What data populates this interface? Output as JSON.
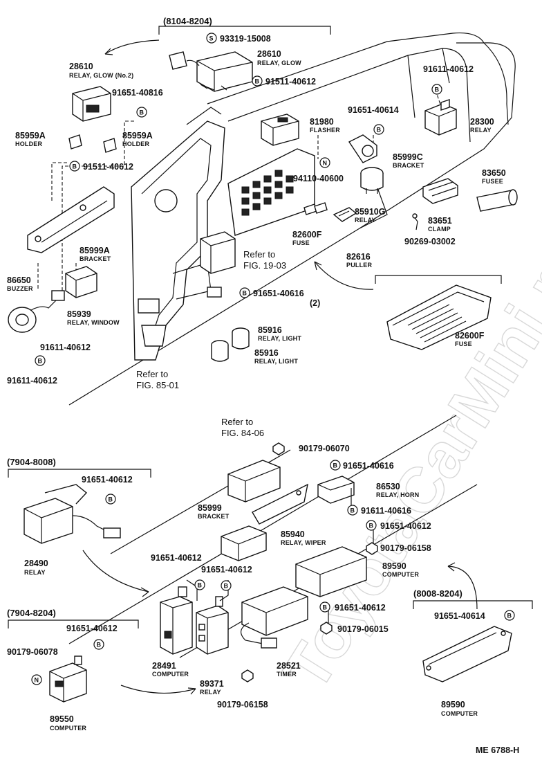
{
  "watermark": "ToyotaCarMini.ru",
  "doc_code": "ME 6788-H",
  "ranges": {
    "r1": "(8104-8204)",
    "r2": "(7904-8008)",
    "r3": "(7904-8204)",
    "r4": "(8008-8204)"
  },
  "refs": {
    "fig19": [
      "Refer to",
      "FIG. 19-03"
    ],
    "fig85": [
      "Refer to",
      "FIG. 85-01"
    ],
    "fig84": [
      "Refer to",
      "FIG. 84-06"
    ]
  },
  "parts": {
    "p28610a": {
      "num": "28610",
      "name": "RELAY, GLOW (No.2)"
    },
    "p28610b": {
      "num": "28610",
      "name": "RELAY, GLOW"
    },
    "p85959a1": {
      "num": "85959A",
      "name": "HOLDER"
    },
    "p85959a2": {
      "num": "85959A",
      "name": "HOLDER"
    },
    "p85999a": {
      "num": "85999A",
      "name": "BRACKET"
    },
    "p86650": {
      "num": "86650",
      "name": "BUZZER"
    },
    "p85939": {
      "num": "85939",
      "name": "RELAY, WINDOW"
    },
    "p81980": {
      "num": "81980",
      "name": "FLASHER"
    },
    "p82600f1": {
      "num": "82600F",
      "name": "FUSE"
    },
    "p82616": {
      "num": "82616",
      "name": "PULLER"
    },
    "p85910g": {
      "num": "85910G",
      "name": "RELAY"
    },
    "p85999c": {
      "num": "85999C",
      "name": "BRACKET"
    },
    "p28300": {
      "num": "28300",
      "name": "RELAY"
    },
    "p83650": {
      "num": "83650",
      "name": "FUSEE"
    },
    "p83651": {
      "num": "83651",
      "name": "CLAMP"
    },
    "p82600f2": {
      "num": "82600F",
      "name": "FUSE"
    },
    "p85916a": {
      "num": "85916",
      "name": "RELAY, LIGHT"
    },
    "p85916b": {
      "num": "85916",
      "name": "RELAY, LIGHT"
    },
    "p28490": {
      "num": "28490",
      "name": "RELAY"
    },
    "p85999": {
      "num": "85999",
      "name": "BRACKET"
    },
    "p85940": {
      "num": "85940",
      "name": "RELAY, WIPER"
    },
    "p86530": {
      "num": "86530",
      "name": "RELAY, HORN"
    },
    "p89590a": {
      "num": "89590",
      "name": "COMPUTER"
    },
    "p28491": {
      "num": "28491",
      "name": "COMPUTER"
    },
    "p89371": {
      "num": "89371",
      "name": "RELAY"
    },
    "p28521": {
      "num": "28521",
      "name": "TIMER"
    },
    "p89550": {
      "num": "89550",
      "name": "COMPUTER"
    },
    "p89590b": {
      "num": "89590",
      "name": "COMPUTER"
    }
  },
  "fasteners": {
    "f93319": "93319-15008",
    "f91511a": "91511-40612",
    "f91651_816": "91651-40816",
    "f91511b": "91511-40612",
    "f91611_r": "91611-40612",
    "f91651_614a": "91651-40614",
    "f94110": "94110-40600",
    "f90269": "90269-03002",
    "f91651_616": "91651-40616",
    "qty2": "(2)",
    "f91611_b1": "91611-40612",
    "f91611_b2": "91611-40612",
    "f90179_070": "90179-06070",
    "f91651_616b": "91651-40616",
    "f91651_612a": "91651-40612",
    "f91611_616": "91611-40616",
    "f91651_612b": "91651-40612",
    "f90179_158a": "90179-06158",
    "f91651_612c": "91651-40612",
    "f91651_612d": "91651-40612",
    "f91651_612e": "91651-40612",
    "f90179_015": "90179-06015",
    "f91651_612f": "91651-40612",
    "f90179_078": "90179-06078",
    "f90179_158b": "90179-06158",
    "f91651_614b": "91651-40614"
  },
  "badges": {
    "S": "S",
    "B": "B",
    "N": "N"
  }
}
